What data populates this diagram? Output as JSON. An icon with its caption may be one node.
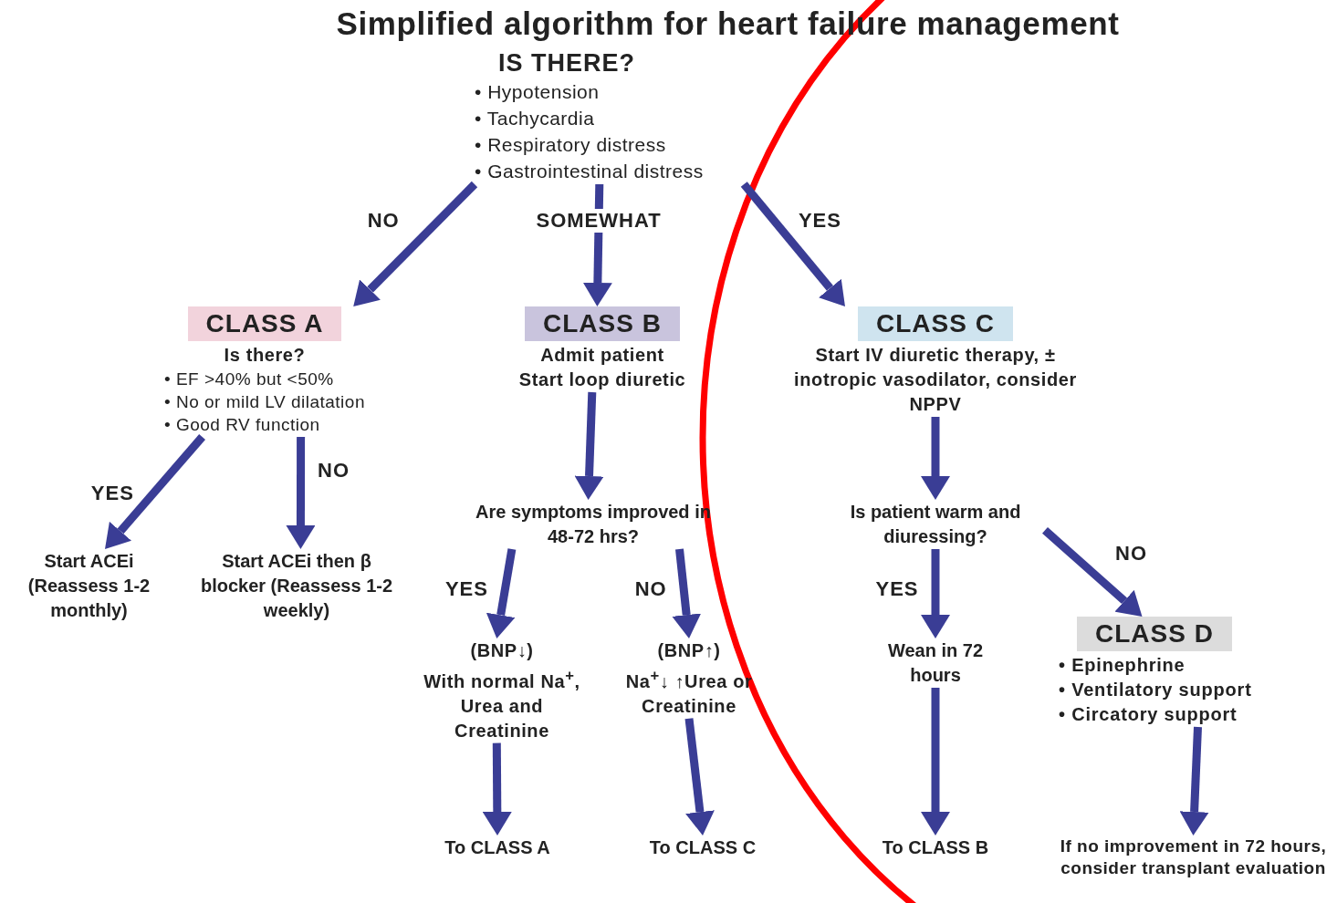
{
  "diagram": {
    "title": "Simplified algorithm for heart failure management",
    "nodes": [
      {
        "text": [
          "IS THERE?",
          "• Hypotension",
          "• Tachycardia",
          "• Respiratory distress",
          "• Gastrointestinal distress"
        ]
      },
      {
        "text": [
          "CLASS A",
          "Is there?",
          "• EF >40% but <50%",
          "• No or mild LV dilatation",
          "• Good RV function"
        ]
      },
      {
        "text": [
          "CLASS B",
          "Admit patient",
          "Start loop diuretic"
        ]
      },
      {
        "text": [
          "CLASS C",
          "Start IV diuretic therapy, ± inotropic vasodilator, consider NPPV"
        ]
      },
      {
        "text": [
          "Start ACEi (Reassess 1-2 monthly)"
        ]
      },
      {
        "text": [
          "Start ACEi then β blocker (Reassess 1-2 weekly)"
        ]
      },
      {
        "text": [
          "Are symptoms improved in 48-72 hrs?"
        ]
      },
      {
        "text": [
          "(BNP↓)",
          "With normal Na$^{+}$, Urea and Creatinine"
        ]
      },
      {
        "text": [
          "(BNP↑)",
          "Na$^{+}$↓ ↑Urea or Creatinine"
        ]
      },
      {
        "text": [
          "To CLASS A"
        ]
      },
      {
        "text": [
          "To CLASS C"
        ]
      },
      {
        "text": [
          "Is patient warm and diuressing?"
        ]
      },
      {
        "text": [
          "Wean in 72 hours"
        ]
      },
      {
        "text": [
          "CLASS D",
          "• Epinephrine",
          "• Ventilatory support",
          "• Circatory support"
        ]
      },
      {
        "text": [
          "To CLASS B"
        ]
      },
      {
        "text": [
          "If  no improvement in 72 hours, consider transplant evaluation"
        ]
      }
    ],
    "edges": [
      {
        "from": 0,
        "to": 1,
        "arrow": "to",
        "label": "NO"
      },
      {
        "from": 0,
        "to": 2,
        "arrow": "to",
        "label": "SOMEWHAT"
      },
      {
        "from": 0,
        "to": 3,
        "arrow": "to",
        "label": "YES"
      },
      {
        "from": 1,
        "to": 4,
        "arrow": "to",
        "label": "YES"
      },
      {
        "from": 1,
        "to": 5,
        "arrow": "to",
        "label": "NO"
      },
      {
        "from": 2,
        "to": 6,
        "arrow": "to"
      },
      {
        "from": 6,
        "to": 7,
        "arrow": "to",
        "label": "YES"
      },
      {
        "from": 6,
        "to": 8,
        "arrow": "to",
        "label": "NO"
      },
      {
        "from": 7,
        "to": 9,
        "arrow": "to"
      },
      {
        "from": 8,
        "to": 10,
        "arrow": "to"
      },
      {
        "from": 3,
        "to": 11,
        "arrow": "to"
      },
      {
        "from": 11,
        "to": 12,
        "arrow": "to",
        "label": "YES"
      },
      {
        "from": 11,
        "to": 13,
        "arrow": "to",
        "label": "NO"
      },
      {
        "from": 12,
        "to": 14,
        "arrow": "to"
      },
      {
        "from": 13,
        "to": 15,
        "arrow": "to"
      }
    ]
  }
}
